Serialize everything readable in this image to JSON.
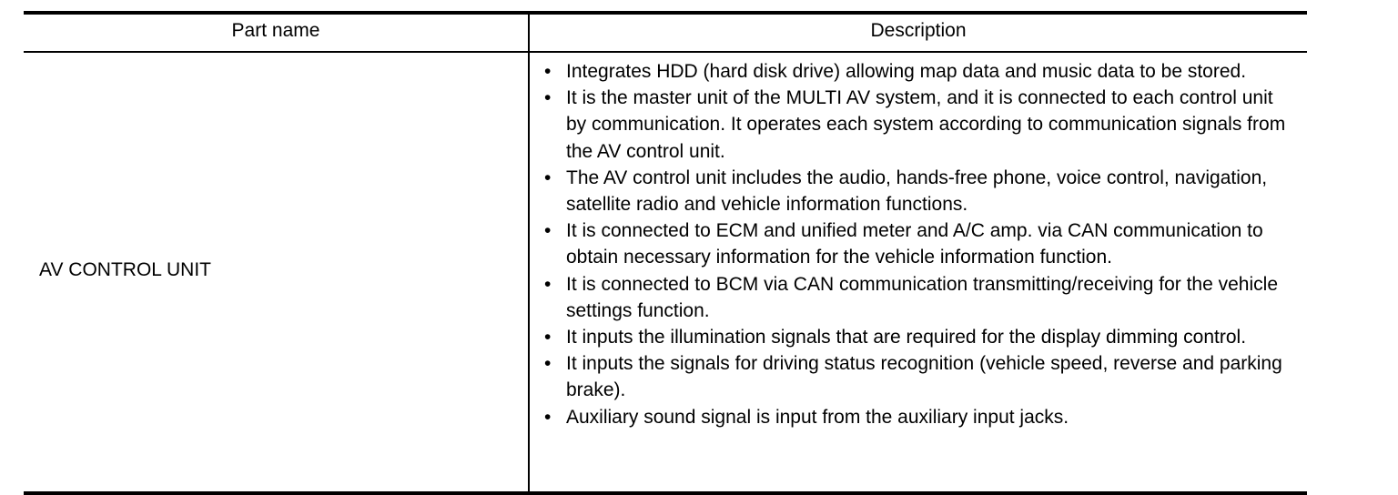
{
  "table": {
    "headers": {
      "part_name": "Part name",
      "description": "Description"
    },
    "rows": [
      {
        "part_name": "AV CONTROL UNIT",
        "description_items": [
          "Integrates HDD (hard disk drive) allowing map data and music data to be stored.",
          "It is the master unit of the MULTI AV system, and it is connected to each control unit by communication. It operates each system according to communication signals from the AV control unit.",
          "The AV control unit includes the audio, hands-free phone, voice control, navigation, satellite radio and vehicle information functions.",
          "It is connected to ECM and unified meter and A/C amp. via CAN communication to obtain necessary information for the vehicle information function.",
          "It is connected to BCM via CAN communication transmitting/receiving for the vehicle settings function.",
          "It inputs the illumination signals that are required for the display dimming control.",
          "It inputs the signals for driving status recognition (vehicle speed, reverse and parking brake).",
          "Auxiliary sound signal is input from the auxiliary input jacks."
        ]
      }
    ],
    "bullet_glyph": "•"
  }
}
